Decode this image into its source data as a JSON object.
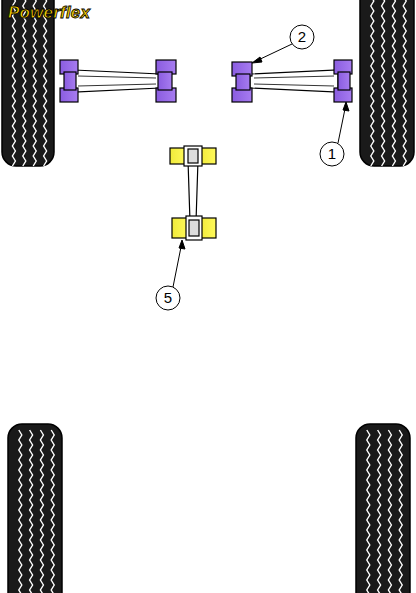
{
  "diagram": {
    "labels": [
      "Powerflex",
      "2",
      "1",
      "5"
    ]
  }
}
